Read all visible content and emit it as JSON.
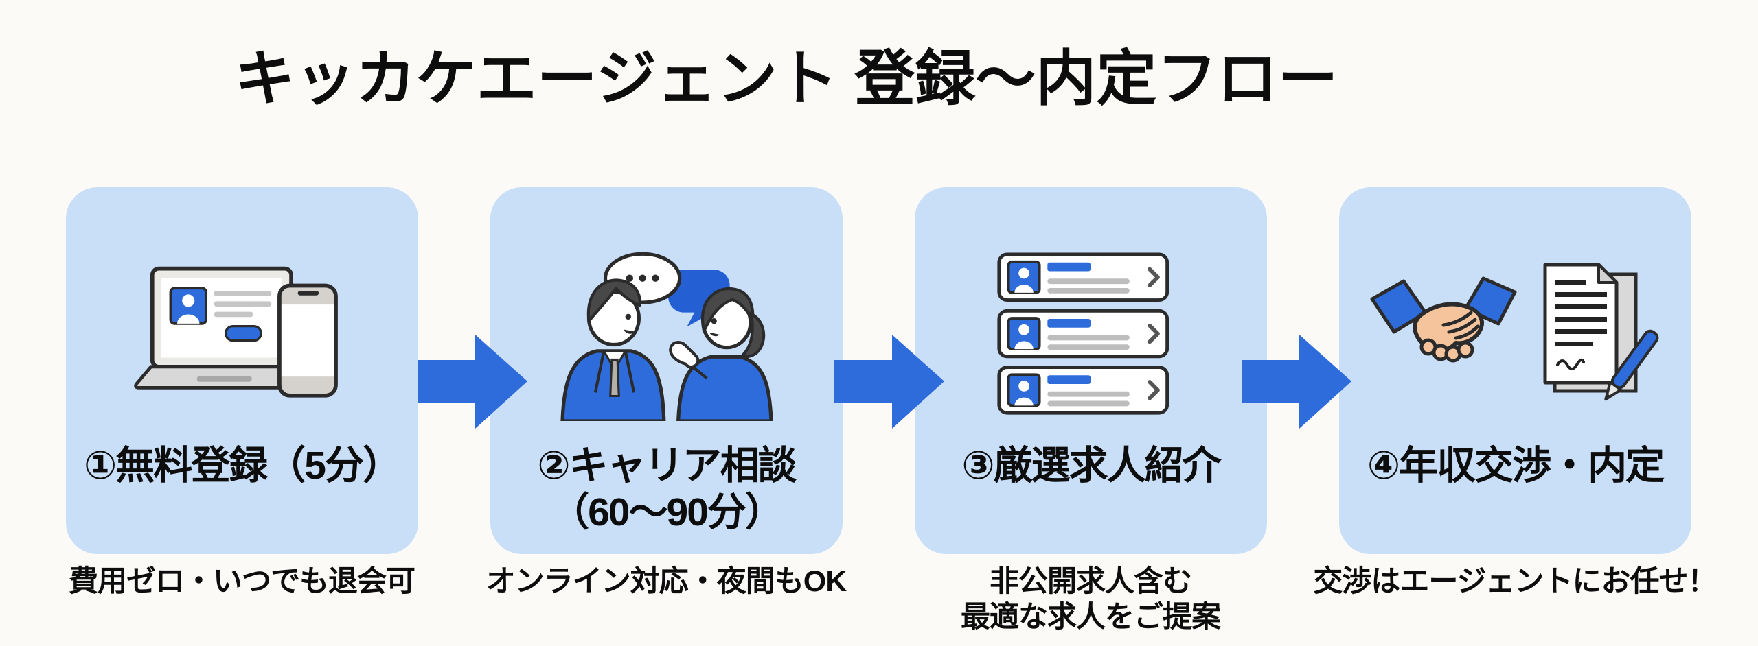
{
  "title": "キッカケエージェント 登録～内定フロー",
  "steps": [
    {
      "id": 1,
      "icon": "laptop-phone-illustration",
      "label_lines": [
        "①無料登録（5分）"
      ],
      "caption_lines": [
        "費用ゼロ・いつでも退会可"
      ]
    },
    {
      "id": 2,
      "icon": "two-people-talking-illustration",
      "label_lines": [
        "②キャリア相談",
        "（60～90分）"
      ],
      "caption_lines": [
        "オンライン対応・夜間もOK"
      ]
    },
    {
      "id": 3,
      "icon": "job-card-list-illustration",
      "label_lines": [
        "③厳選求人紹介"
      ],
      "caption_lines": [
        "非公開求人含む",
        "最適な求人をご提案"
      ]
    },
    {
      "id": 4,
      "icon": "handshake-contract-illustration",
      "label_lines": [
        "④年収交渉・内定"
      ],
      "caption_lines": [
        "交渉はエージェントにお任せ！"
      ]
    }
  ],
  "arrow_icon": "block-arrow-right-icon",
  "colors": {
    "background": "#fbfaf7",
    "card_background": "#c9def7",
    "accent_blue": "#2e6cdb",
    "bubble_blue": "#2460d4",
    "skin": "#f6c49c",
    "text": "#0d0d0d"
  }
}
